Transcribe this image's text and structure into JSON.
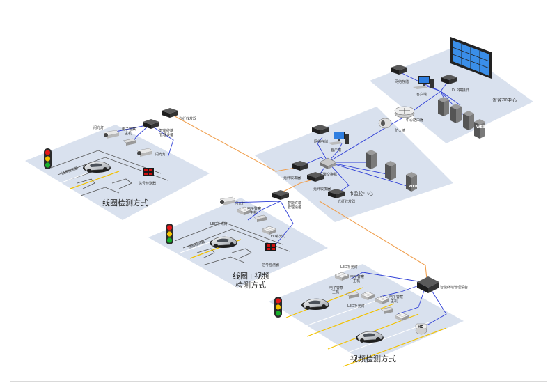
{
  "zones": {
    "loop": "线圈检测方式",
    "loop_video_line1": "线圈+视频",
    "loop_video_line2": "检测方式",
    "video": "视频检测方式",
    "city": "市监控中心",
    "province": "省监控中心"
  },
  "labels": {
    "fiber_tx_top": "光纤收发器",
    "fiber_tx_city_top": "光纤收发器",
    "fiber_tx_city_mid": "光纤收发器",
    "fiber_tx_city_bottom": "光纤收发器",
    "smart_terminal_a_l1": "智能终端",
    "smart_terminal_a_l2": "管理设备",
    "smart_terminal_b_l1": "智能终端",
    "smart_terminal_b_l2": "管理设备",
    "smart_terminal_c": "智能终端管理设备",
    "strobe_a": "闪光灯",
    "strobe_b": "闪光灯",
    "police_cam_a_l1": "电子警察",
    "police_cam_a_l2": "主机",
    "police_cam_b_l1": "电子警察",
    "police_cam_b_l2": "主机",
    "police_cam_c1_l1": "电子警察",
    "police_cam_c1_l2": "主机",
    "police_cam_c2_l1": "电子警察",
    "police_cam_c2_l2": "主机",
    "police_cam_c3_l1": "电子警察",
    "police_cam_c3_l2": "主机",
    "coil_detector_a": "线圈检测器",
    "coil_detector_b": "线圈检测器",
    "signal_detector_a": "信号检测器",
    "signal_detector_b": "信号检测器",
    "led_fill_b1": "LED补光灯",
    "led_fill_b2": "LED补光灯",
    "led_fill_c1": "LED补光灯",
    "led_fill_c2": "LED补光灯",
    "net_storage_city": "网络存储",
    "client_city": "客户端",
    "switch_city": "汇聚交换机",
    "net_storage_prov": "网络存储",
    "client_prov": "客户端",
    "dlp": "DLP拼接屏",
    "core_router": "中心路由器",
    "firewall": "防火墙",
    "hd": "HD",
    "server_web_city": "WEB",
    "server_web_prov": "WEB"
  },
  "colors": {
    "zone_fill": "#d9e1ee",
    "network_line": "#2f3fd6",
    "fiber_line": "#f0a050",
    "lane_line": "#f2c200",
    "signal_red": "#e81818",
    "signal_yellow": "#f5c400",
    "signal_green": "#18b02c",
    "screen_blue": "#3a8ee8"
  }
}
